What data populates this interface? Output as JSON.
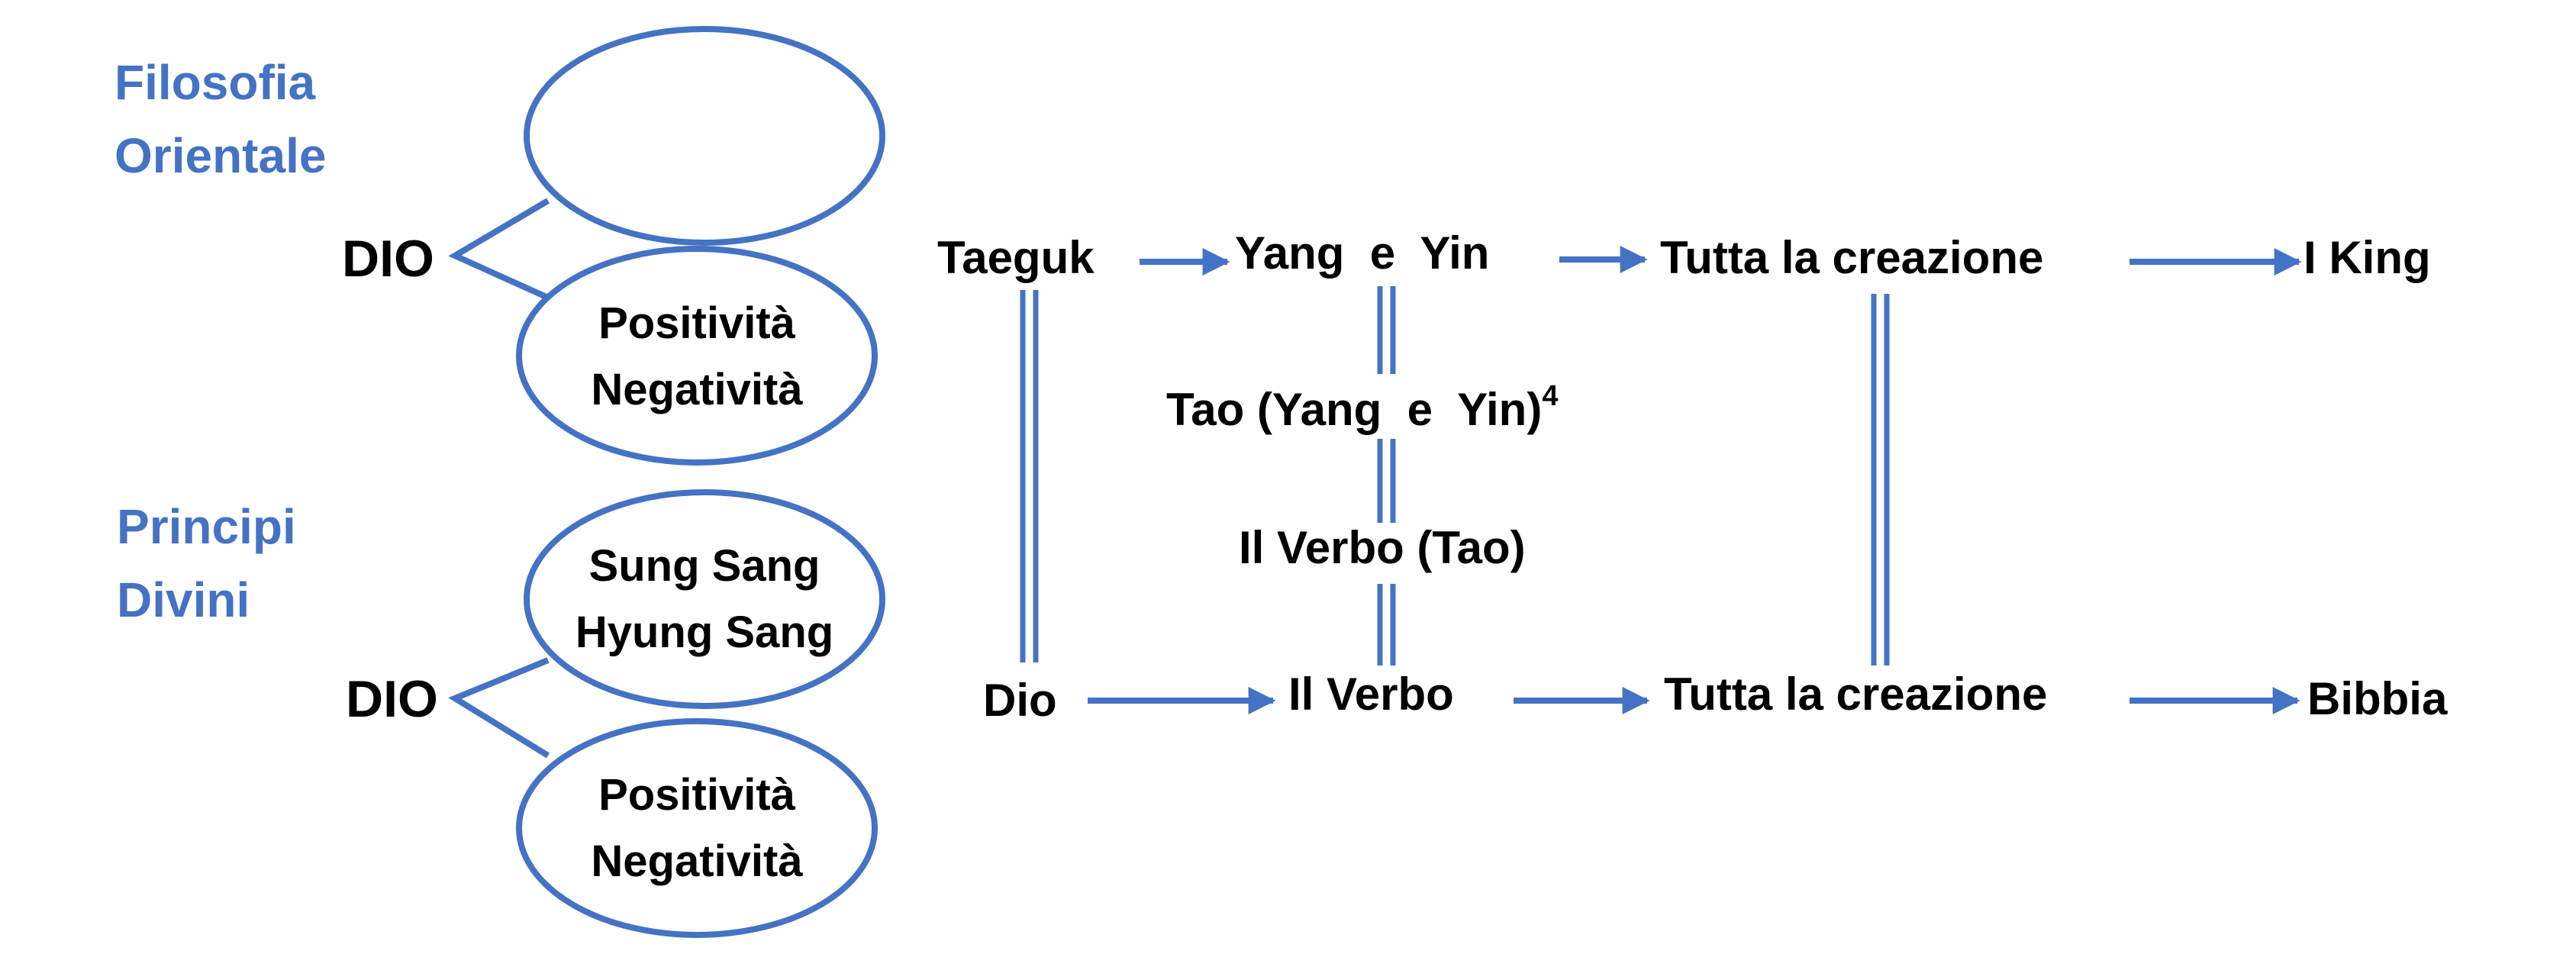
{
  "colors": {
    "accent": "#4472c4",
    "text": "#000000"
  },
  "eastern": {
    "heading": "Filosofia Orientale",
    "god": "DIO",
    "lower_ellipse": {
      "line1": "Positività",
      "line2": "Negatività"
    }
  },
  "divine": {
    "heading": "Principi Divini",
    "god": "DIO",
    "upper_ellipse": {
      "line1": "Sung Sang",
      "line2": "Hyung Sang"
    },
    "lower_ellipse": {
      "line1": "Positività",
      "line2": "Negatività"
    }
  },
  "top_row": {
    "source": "Taeguk",
    "pair": "Yang  e  Yin",
    "creation": "Tutta la creazione",
    "text": "I King"
  },
  "middle": {
    "tao": "Tao (Yang  e  Yin)",
    "tao_footnote": "4",
    "word": "Il Verbo (Tao)"
  },
  "bottom_row": {
    "source": "Dio",
    "word": "Il Verbo",
    "creation": "Tutta la creazione",
    "text": "Bibbia"
  }
}
